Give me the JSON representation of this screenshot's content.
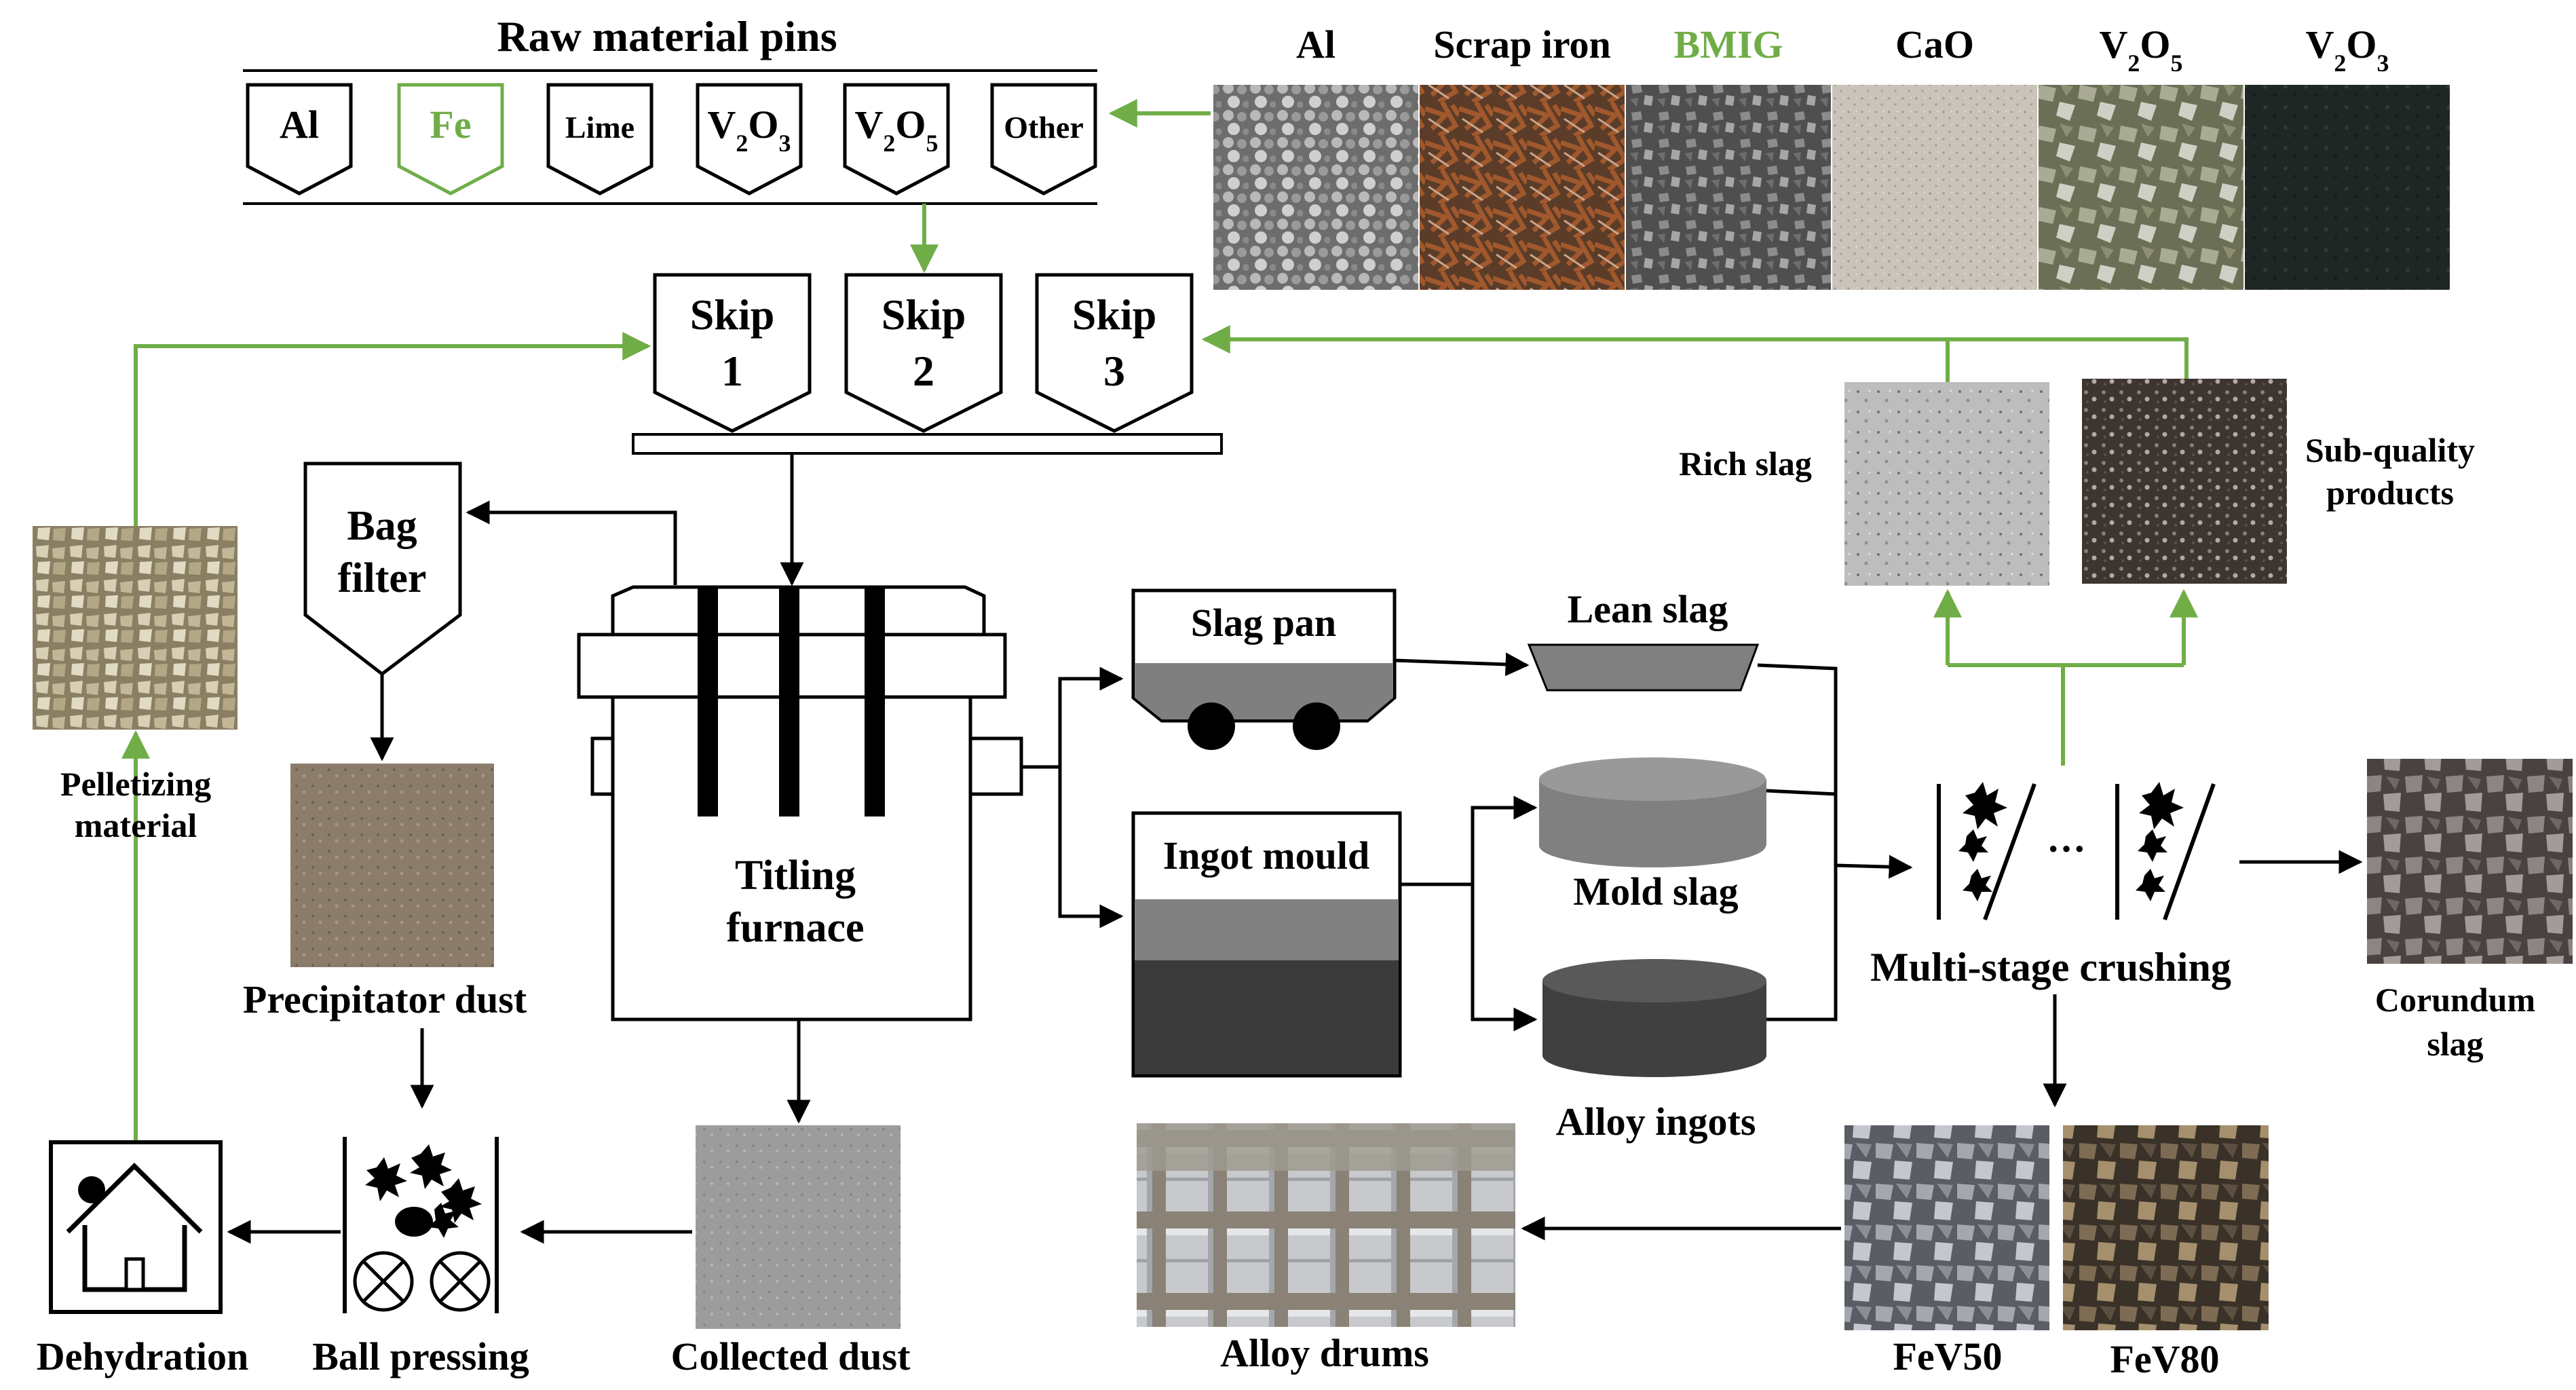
{
  "raw_material": {
    "title": "Raw  material pins",
    "bins": [
      {
        "label": "Al",
        "sub": "",
        "tail": "",
        "highlight": false
      },
      {
        "label": "Fe",
        "sub": "",
        "tail": "",
        "highlight": true
      },
      {
        "label": "Lime",
        "sub": "",
        "tail": "",
        "highlight": false
      },
      {
        "label": "V",
        "sub": "2",
        "tail": "O3",
        "highlight": false
      },
      {
        "label": "V",
        "sub": "2",
        "tail": "O5",
        "highlight": false
      },
      {
        "label": "Other",
        "sub": "",
        "tail": "",
        "highlight": false
      }
    ]
  },
  "raw_photos": [
    {
      "label": "Al",
      "sub": "",
      "tail": "",
      "highlight": false
    },
    {
      "label": "Scrap iron",
      "sub": "",
      "tail": "",
      "highlight": false
    },
    {
      "label": "BMIG",
      "sub": "",
      "tail": "",
      "highlight": true
    },
    {
      "label": "CaO",
      "sub": "",
      "tail": "",
      "highlight": false
    },
    {
      "label": "V",
      "sub": "2",
      "tail": "O5",
      "highlight": false
    },
    {
      "label": "V",
      "sub": "2",
      "tail": "O3",
      "highlight": false
    }
  ],
  "skips": [
    {
      "name": "Skip",
      "num": "1"
    },
    {
      "name": "Skip",
      "num": "2"
    },
    {
      "name": "Skip",
      "num": "3"
    }
  ],
  "bag_filter": {
    "line1": "Bag",
    "line2": "filter"
  },
  "furnace": {
    "line1": "Titling",
    "line2": "furnace"
  },
  "slag_pan": "Slag pan",
  "ingot_mould": "Ingot mould",
  "lean_slag": "Lean slag",
  "mold_slag": "Mold slag",
  "alloy_ingots": "Alloy ingots",
  "rich_slag": "Rich slag",
  "sub_quality": {
    "line1": "Sub-quality",
    "line2": "products"
  },
  "crushing": {
    "label": "Multi-stage crushing",
    "dots": "···"
  },
  "corundum": {
    "line1": "Corundum",
    "line2": "slag"
  },
  "fev50": "FeV50",
  "fev80": "FeV80",
  "alloy_drums": "Alloy drums",
  "collected_dust": "Collected dust",
  "precipitator_dust": "Precipitator dust",
  "pelletizing": {
    "line1": "Pelletizing",
    "line2": "material"
  },
  "ball_pressing": "Ball pressing",
  "dehydration": "Dehydration",
  "colors": {
    "green": "#70AD47",
    "black": "#000000"
  }
}
